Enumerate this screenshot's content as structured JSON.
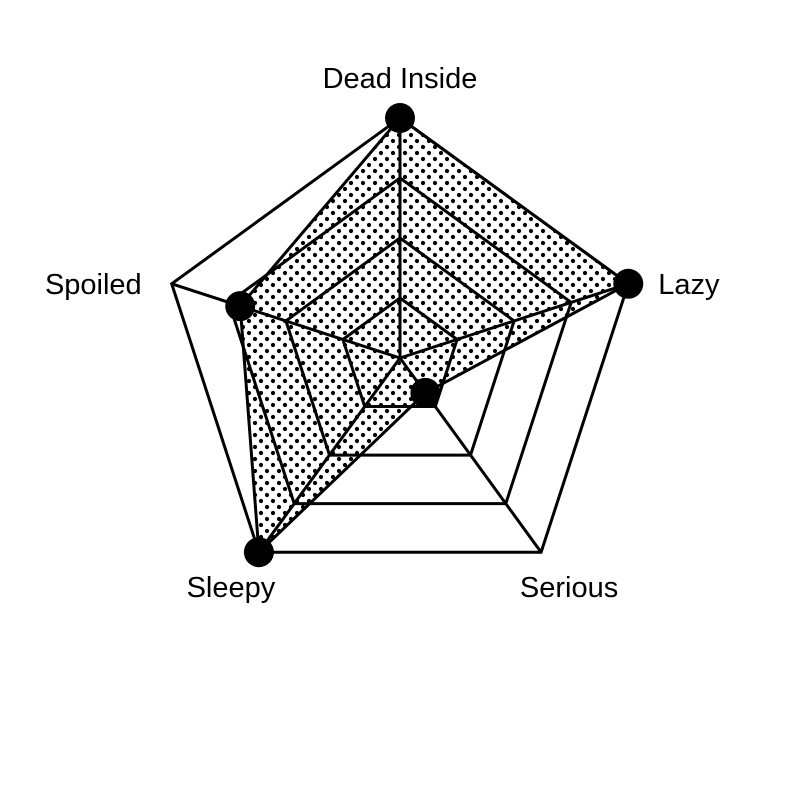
{
  "chart_data": {
    "type": "radar",
    "axes": [
      "Dead Inside",
      "Lazy",
      "Serious",
      "Sleepy",
      "Spoiled"
    ],
    "values": [
      1.0,
      1.0,
      0.18,
      1.0,
      0.7
    ],
    "range": [
      0,
      1
    ],
    "rings": 4,
    "grid": true,
    "fill_pattern": "dots",
    "colors": {
      "line": "#000000",
      "fill_dot": "#000000",
      "background": "#ffffff"
    }
  }
}
